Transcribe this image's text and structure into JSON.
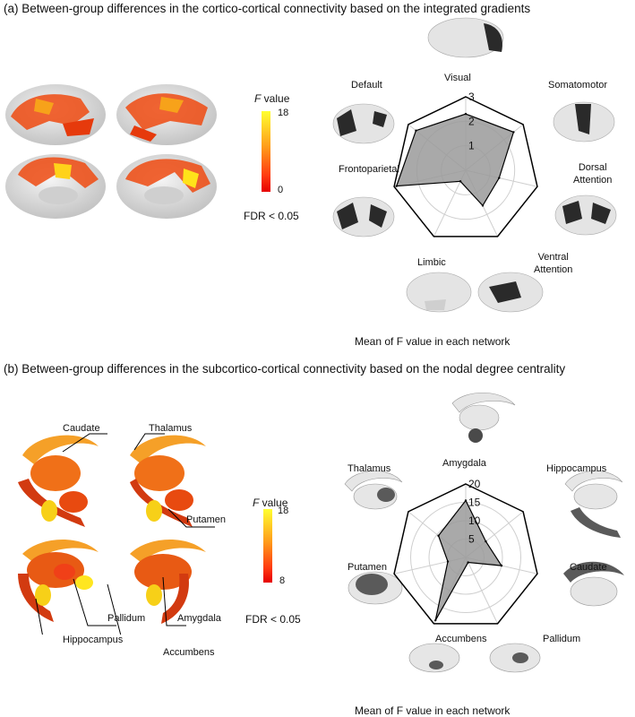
{
  "panel_a": {
    "title": "(a)  Between-group differences in the cortico-cortical connectivity based on the integrated gradients",
    "colorbar": {
      "label_italic": "F",
      "label_rest": " value",
      "max": "18",
      "min": "0"
    },
    "fdr": "FDR < 0.05",
    "caption": "Mean of F value in each network"
  },
  "panel_b": {
    "title": "(b)  Between-group differences in the subcortico-cortical connectivity based on the nodal degree centrality",
    "colorbar": {
      "label_italic": "F",
      "label_rest": " value",
      "max": "18",
      "min": "8"
    },
    "fdr": "FDR < 0.05",
    "caption": "Mean of F value in each network",
    "structure_labels": [
      "Caudate",
      "Thalamus",
      "Putamen",
      "Pallidum",
      "Amygdala",
      "Hippocampus",
      "Accumbens"
    ]
  },
  "chart_data": [
    {
      "type": "radar",
      "categories": [
        "Visual",
        "Somatomotor",
        "Dorsal Attention",
        "Ventral Attention",
        "Limbic",
        "Frontoparietal",
        "Default"
      ],
      "category_lines": [
        [
          "Visual"
        ],
        [
          "Somatomotor"
        ],
        [
          "Dorsal",
          "Attention"
        ],
        [
          "Ventral",
          "Attention"
        ],
        [
          "Limbic"
        ],
        [
          "Frontoparietal"
        ],
        [
          "Default"
        ]
      ],
      "values": [
        2.3,
        2.5,
        1.4,
        1.6,
        0.5,
        2.9,
        2.6
      ],
      "rlim": [
        0,
        3
      ],
      "ticks": [
        "1",
        "2",
        "3"
      ],
      "fill_color": "#9a9a9a"
    },
    {
      "type": "radar",
      "categories": [
        "Amygdala",
        "Hippocampus",
        "Caudate",
        "Pallidum",
        "Accumbens",
        "Putamen",
        "Thalamus"
      ],
      "category_lines": [
        [
          "Amygdala"
        ],
        [
          "Hippocampus"
        ],
        [
          "Caudate"
        ],
        [
          "Pallidum"
        ],
        [
          "Accumbens"
        ],
        [
          "Putamen"
        ],
        [
          "Thalamus"
        ]
      ],
      "values": [
        15.5,
        7.0,
        10.0,
        1.5,
        19.0,
        5.0,
        9.5
      ],
      "rlim": [
        0,
        20
      ],
      "ticks": [
        "5",
        "10",
        "15",
        "20"
      ],
      "fill_color": "#9a9a9a"
    }
  ]
}
